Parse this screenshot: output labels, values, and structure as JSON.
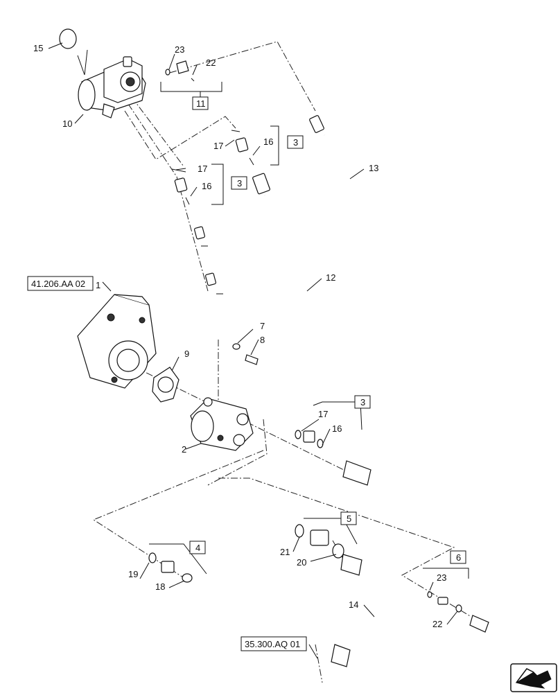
{
  "diagram": {
    "callouts": [
      {
        "id": "c1",
        "text": "1"
      },
      {
        "id": "c2",
        "text": "2"
      },
      {
        "id": "c7",
        "text": "7"
      },
      {
        "id": "c8",
        "text": "8"
      },
      {
        "id": "c9",
        "text": "9"
      },
      {
        "id": "c10",
        "text": "10"
      },
      {
        "id": "c12",
        "text": "12"
      },
      {
        "id": "c13",
        "text": "13"
      },
      {
        "id": "c14",
        "text": "14"
      },
      {
        "id": "c15",
        "text": "15"
      },
      {
        "id": "c16a",
        "text": "16"
      },
      {
        "id": "c16b",
        "text": "16"
      },
      {
        "id": "c16c",
        "text": "16"
      },
      {
        "id": "c17a",
        "text": "17"
      },
      {
        "id": "c17b",
        "text": "17"
      },
      {
        "id": "c17c",
        "text": "17"
      },
      {
        "id": "c18",
        "text": "18"
      },
      {
        "id": "c19",
        "text": "19"
      },
      {
        "id": "c20",
        "text": "20"
      },
      {
        "id": "c21",
        "text": "21"
      },
      {
        "id": "c22a",
        "text": "22"
      },
      {
        "id": "c22b",
        "text": "22"
      },
      {
        "id": "c23a",
        "text": "23"
      },
      {
        "id": "c23b",
        "text": "23"
      }
    ],
    "kit_boxes": [
      {
        "id": "k11",
        "text": "11"
      },
      {
        "id": "k3a",
        "text": "3"
      },
      {
        "id": "k3b",
        "text": "3"
      },
      {
        "id": "k3c",
        "text": "3"
      },
      {
        "id": "k4",
        "text": "4"
      },
      {
        "id": "k5",
        "text": "5"
      },
      {
        "id": "k6",
        "text": "6"
      }
    ],
    "references": [
      {
        "id": "r1",
        "text": "41.206.AA 02"
      },
      {
        "id": "r2",
        "text": "35.300.AQ 01"
      }
    ],
    "nav_icon": "next-page-arrow-icon"
  }
}
